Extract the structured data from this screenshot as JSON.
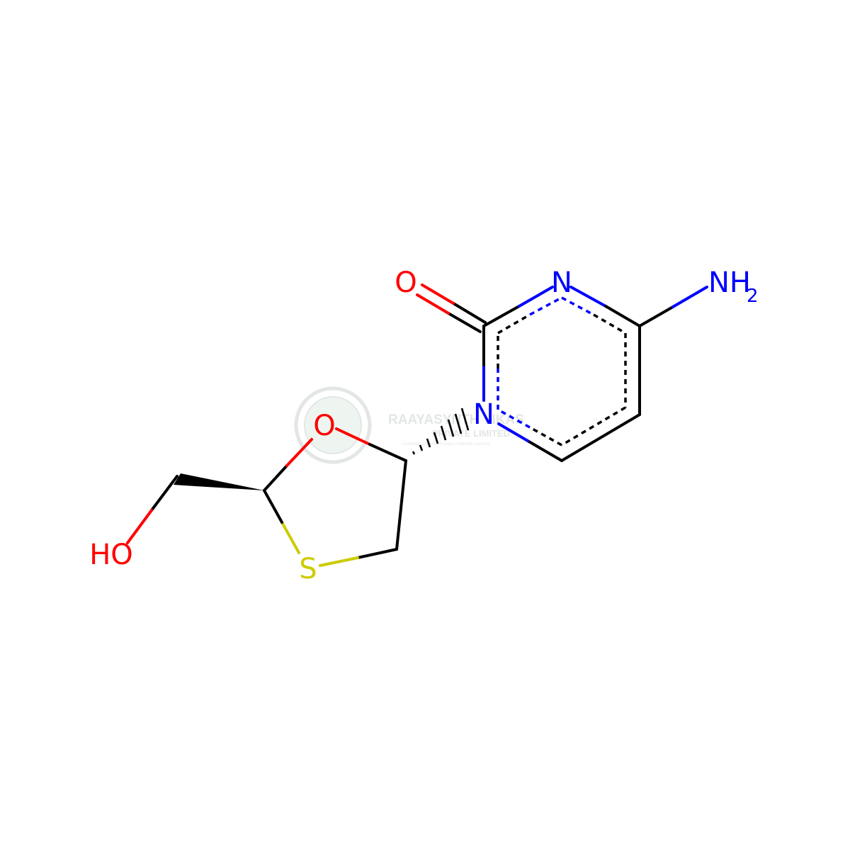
{
  "structure": {
    "atoms": {
      "O_carbonyl": "O",
      "N3": "N",
      "NH2_N": "NH",
      "NH2_sub": "2",
      "N1": "N",
      "O_ring": "O",
      "S_ring": "S",
      "HO": "HO"
    }
  },
  "watermark": {
    "name": "RAAYASYNTH VIKAS",
    "sub": "PRIVATE LIMITED",
    "tagline": "Complete solution for every molecule's journey"
  },
  "colors": {
    "bond": "#000000",
    "nitrogen": "#0000ff",
    "oxygen": "#ff0000",
    "sulfur": "#cccc00",
    "watermark": "#9aa7a0"
  }
}
